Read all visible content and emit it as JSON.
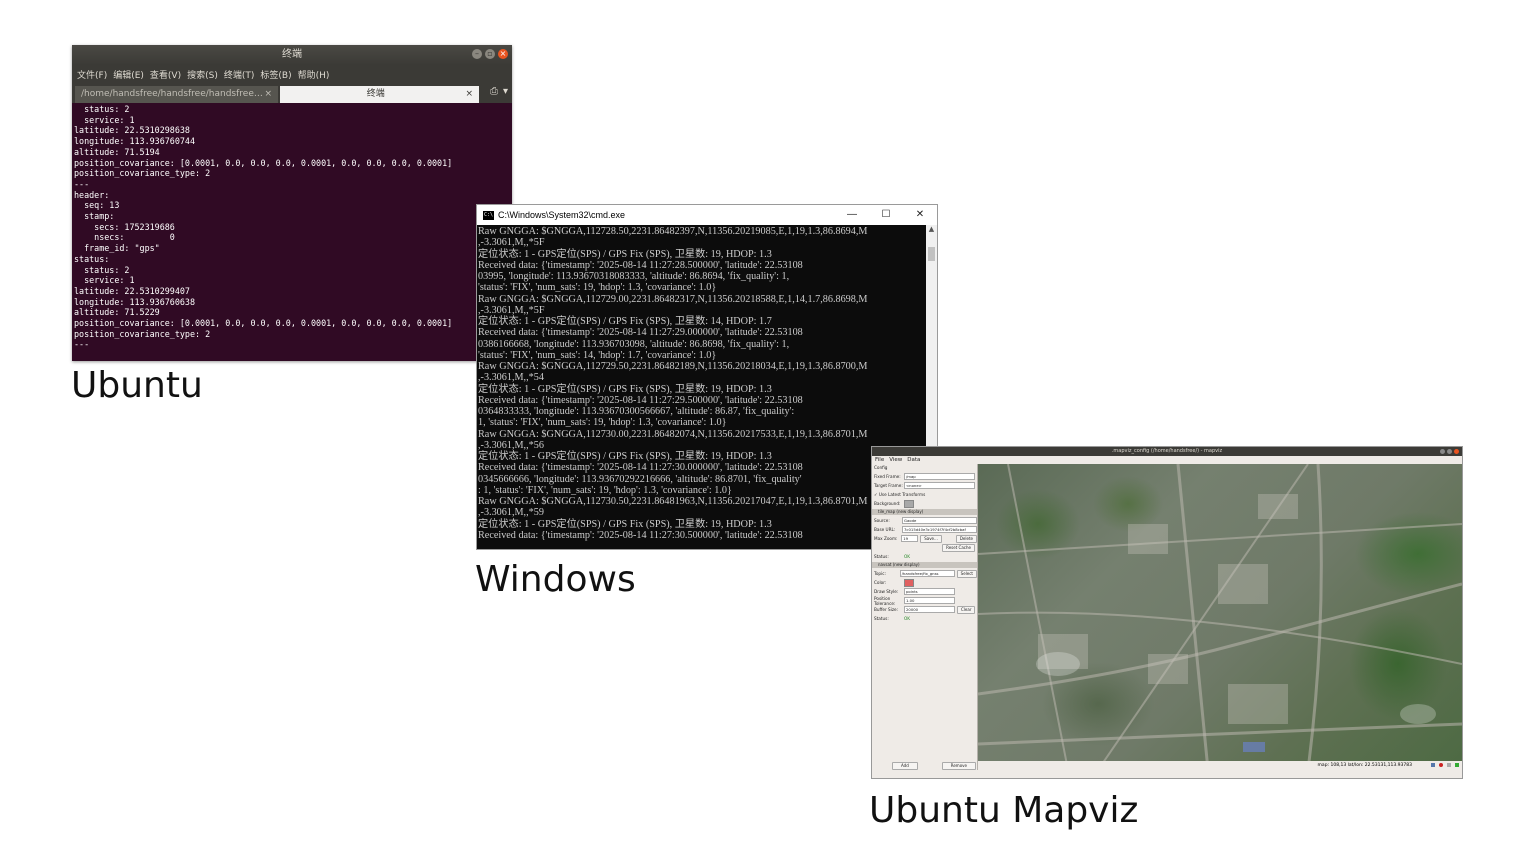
{
  "ubuntu_terminal": {
    "title": "终端",
    "menu": [
      "文件(F)",
      "编辑(E)",
      "查看(V)",
      "搜索(S)",
      "终端(T)",
      "标签(B)",
      "帮助(H)"
    ],
    "tabs": [
      {
        "label": "/home/handsfree/handsfree/handsfree_ki...",
        "close": "×"
      },
      {
        "label": "终端",
        "close": "×"
      }
    ],
    "lines": [
      "  status: 2",
      "  service: 1",
      "latitude: 22.5310298638",
      "longitude: 113.936760744",
      "altitude: 71.5194",
      "position_covariance: [0.0001, 0.0, 0.0, 0.0, 0.0001, 0.0, 0.0, 0.0, 0.0001]",
      "position_covariance_type: 2",
      "---",
      "header:",
      "  seq: 13",
      "  stamp:",
      "    secs: 1752319686",
      "    nsecs:         0",
      "  frame_id: \"gps\"",
      "status:",
      "  status: 2",
      "  service: 1",
      "latitude: 22.5310299407",
      "longitude: 113.936760638",
      "altitude: 71.5229",
      "position_covariance: [0.0001, 0.0, 0.0, 0.0, 0.0001, 0.0, 0.0, 0.0, 0.0001]",
      "position_covariance_type: 2",
      "---"
    ],
    "caption": "Ubuntu"
  },
  "windows_cmd": {
    "title": "C:\\Windows\\System32\\cmd.exe",
    "icon_text": "C:\\",
    "controls": [
      "—",
      "☐",
      "✕"
    ],
    "lines": [
      "Raw GNGGA: $GNGGA,112728.50,2231.86482397,N,11356.20219085,E,1,19,1.3,86.8694,M",
      ",-3.3061,M,,*5F",
      "定位状态: 1 - GPS定位(SPS) / GPS Fix (SPS), 卫星数: 19, HDOP: 1.3",
      "Received data: {'timestamp': '2025-08-14 11:27:28.500000', 'latitude': 22.53108",
      "03995, 'longitude': 113.93670318083333, 'altitude': 86.8694, 'fix_quality': 1,",
      "'status': 'FIX', 'num_sats': 19, 'hdop': 1.3, 'covariance': 1.0}",
      "Raw GNGGA: $GNGGA,112729.00,2231.86482317,N,11356.20218588,E,1,14,1.7,86.8698,M",
      ",-3.3061,M,,*5F",
      "定位状态: 1 - GPS定位(SPS) / GPS Fix (SPS), 卫星数: 14, HDOP: 1.7",
      "Received data: {'timestamp': '2025-08-14 11:27:29.000000', 'latitude': 22.53108",
      "0386166668, 'longitude': 113.936703098, 'altitude': 86.8698, 'fix_quality': 1,",
      "'status': 'FIX', 'num_sats': 14, 'hdop': 1.7, 'covariance': 1.0}",
      "Raw GNGGA: $GNGGA,112729.50,2231.86482189,N,11356.20218034,E,1,19,1.3,86.8700,M",
      ",-3.3061,M,,*54",
      "定位状态: 1 - GPS定位(SPS) / GPS Fix (SPS), 卫星数: 19, HDOP: 1.3",
      "Received data: {'timestamp': '2025-08-14 11:27:29.500000', 'latitude': 22.53108",
      "0364833333, 'longitude': 113.93670300566667, 'altitude': 86.87, 'fix_quality':",
      "1, 'status': 'FIX', 'num_sats': 19, 'hdop': 1.3, 'covariance': 1.0}",
      "Raw GNGGA: $GNGGA,112730.00,2231.86482074,N,11356.20217533,E,1,19,1.3,86.8701,M",
      ",-3.3061,M,,*56",
      "定位状态: 1 - GPS定位(SPS) / GPS Fix (SPS), 卫星数: 19, HDOP: 1.3",
      "Received data: {'timestamp': '2025-08-14 11:27:30.000000', 'latitude': 22.53108",
      "0345666666, 'longitude': 113.93670292216666, 'altitude': 86.8701, 'fix_quality'",
      ": 1, 'status': 'FIX', 'num_sats': 19, 'hdop': 1.3, 'covariance': 1.0}",
      "Raw GNGGA: $GNGGA,112730.50,2231.86481963,N,11356.20217047,E,1,19,1.3,86.8701,M",
      ",-3.3061,M,,*59",
      "定位状态: 1 - GPS定位(SPS) / GPS Fix (SPS), 卫星数: 19, HDOP: 1.3",
      "Received data: {'timestamp': '2025-08-14 11:27:30.500000', 'latitude': 22.53108"
    ],
    "caption": "Windows"
  },
  "mapviz": {
    "title": ".mapviz_config (/home/handsfree/) - mapviz",
    "menu": [
      "File",
      "View",
      "Data"
    ],
    "config_label": "Config",
    "fixed_frame_label": "Fixed Frame:",
    "fixed_frame_value": "/map",
    "target_frame_label": "Target Frame:",
    "target_frame_value": "<none>",
    "use_latest_label": "✓ Use Latest Transforms",
    "background_label": "Background:",
    "tile_section": "tile_map (new display)",
    "source_label": "Source:",
    "source_value": "Gaode",
    "base_url_label": "Base URL:",
    "base_url_value": "7c015d40e3c1974f7f4cf2b8cbaf",
    "max_zoom_label": "Max Zoom:",
    "max_zoom_value": "19",
    "save_label": "Save...",
    "delete_label": "Delete",
    "reset_cache_label": "Reset Cache",
    "status_label": "Status:",
    "status_value": "OK",
    "navsat_section": "navsat (new display)",
    "topic_label": "Topic:",
    "topic_value": "/handsfree/fix_gnss",
    "select_label": "Select",
    "color_label": "Color:",
    "draw_style_label": "Draw Style:",
    "draw_style_value": "points",
    "position_tol_label": "Position Tolerance:",
    "position_tol_value": "1.00",
    "buffer_size_label": "Buffer Size:",
    "buffer_size_value": "20000",
    "clear_label": "Clear",
    "status2_value": "OK",
    "add_label": "Add",
    "remove_label": "Remove",
    "status_bar": "map: 108,13  lat/lon: 22.53131,113.93783",
    "colors": {
      "point_color": "#e06060",
      "window_close": "#e95420"
    },
    "caption": "Ubuntu Mapviz"
  }
}
